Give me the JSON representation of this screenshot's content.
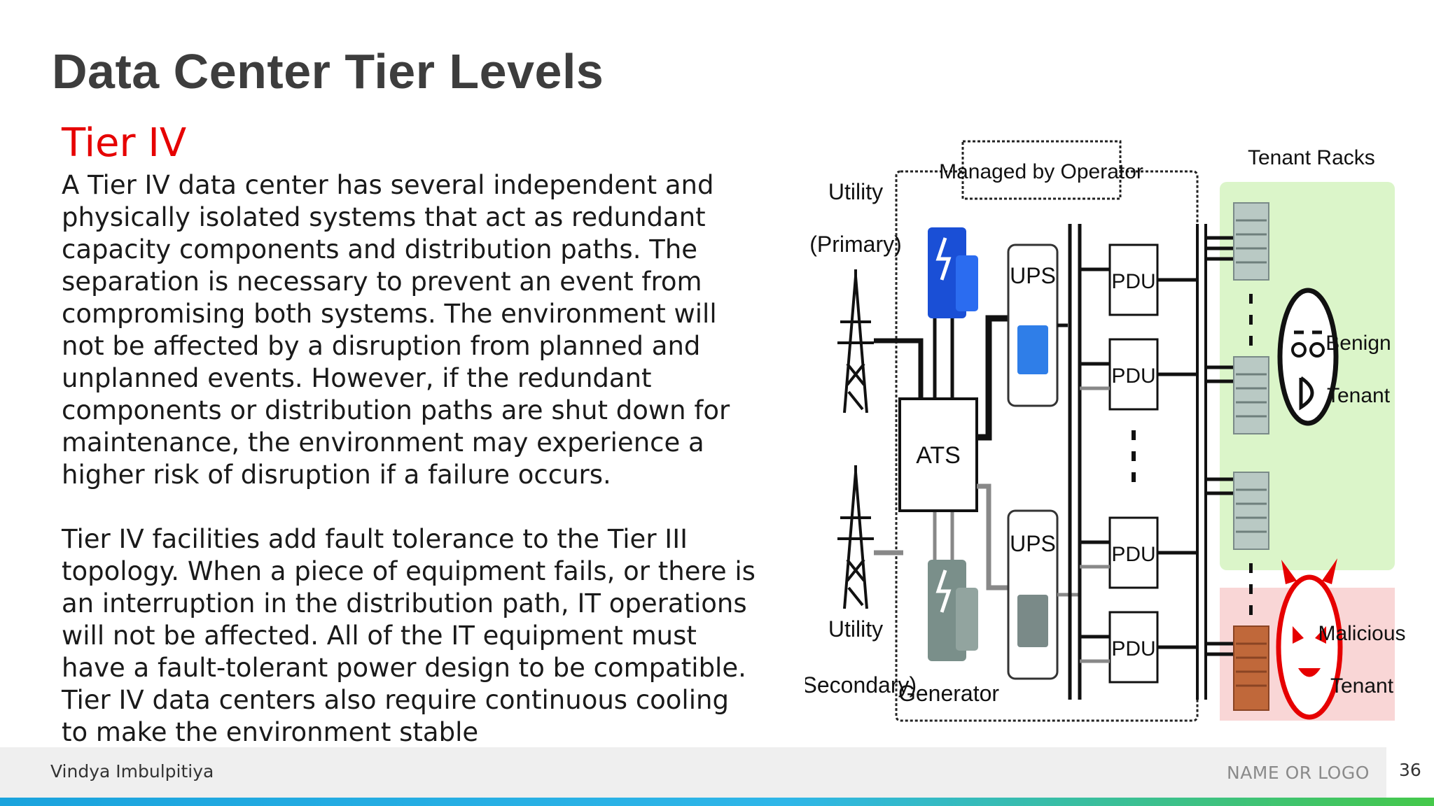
{
  "slide": {
    "title": "Data Center Tier Levels",
    "subtitle": "Tier IV",
    "paragraphs": [
      "A Tier IV data center has several independent and physically isolated systems that act as redundant capacity components and distribution paths. The separation is necessary to prevent an event from compromising both systems. The environment will not be affected by a disruption from planned and unplanned events. However, if the redundant components or distribution paths are shut down for maintenance, the environment may experience a higher risk of disruption if a failure occurs.",
      "Tier IV facilities add fault tolerance to the Tier III topology. When a piece of equipment fails, or there is an interruption in the distribution path, IT operations will not be affected. All of the IT equipment must have a fault-tolerant power design to be compatible. Tier IV data centers also require continuous cooling to make the environment stable"
    ]
  },
  "diagram": {
    "managed_label": "Managed by Operator",
    "tenant_racks_label": "Tenant Racks",
    "utility_primary_1": "Utility",
    "utility_primary_2": "(Primary)",
    "utility_secondary_1": "Utility",
    "utility_secondary_2": "(Secondary)",
    "generator_label": "Generator",
    "ats_label": "ATS",
    "ups_label": "UPS",
    "pdu_label": "PDU",
    "benign_1": "Benign",
    "benign_2": "Tenant",
    "malicious_1": "Malicious",
    "malicious_2": "Tenant"
  },
  "footer": {
    "author": "Vindya Imbulpitiya",
    "logo": "NAME OR LOGO",
    "page_number": "36"
  },
  "colors": {
    "title": "#3d3d3d",
    "subtitle": "#e60000",
    "benign_zone": "#dbf5c9",
    "malicious_zone": "#f9d6d6",
    "accent_blue": "#1aa3dd",
    "accent_green": "#45c84a"
  }
}
